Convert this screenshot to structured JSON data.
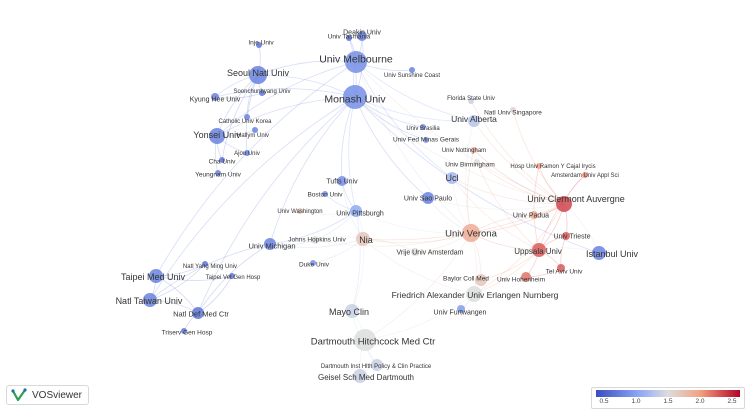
{
  "nodes": [
    {
      "label": "Univ Tasmania",
      "score": 0.7,
      "weight": 2
    },
    {
      "label": "Deakin Univ",
      "score": 0.8,
      "weight": 3
    },
    {
      "label": "Inje Univ",
      "score": 0.7,
      "weight": 1
    },
    {
      "label": "Univ Melbourne",
      "score": 0.9,
      "weight": 9
    },
    {
      "label": "Seoul Natl Univ",
      "score": 0.8,
      "weight": 6
    },
    {
      "label": "Univ Sunshine Coast",
      "score": 0.8,
      "weight": 1
    },
    {
      "label": "Soonchunhyang Univ",
      "score": 0.7,
      "weight": 1
    },
    {
      "label": "Kyung Hee Univ",
      "score": 0.8,
      "weight": 3
    },
    {
      "label": "Monash Univ",
      "score": 0.9,
      "weight": 10
    },
    {
      "label": "Florida State Univ",
      "score": 1.4,
      "weight": 1
    },
    {
      "label": "Natl Univ Singapore",
      "score": 1.6,
      "weight": 2
    },
    {
      "label": "Catholic Univ Korea",
      "score": 0.8,
      "weight": 1
    },
    {
      "label": "Hallym Univ",
      "score": 0.8,
      "weight": 1
    },
    {
      "label": "Univ Alberta",
      "score": 1.3,
      "weight": 4
    },
    {
      "label": "Yonsei Univ",
      "score": 0.8,
      "weight": 6
    },
    {
      "label": "Univ Brasilia",
      "score": 0.9,
      "weight": 1
    },
    {
      "label": "Univ Fed Minas Gerais",
      "score": 1.0,
      "weight": 1
    },
    {
      "label": "Ajou Univ",
      "score": 0.8,
      "weight": 1
    },
    {
      "label": "Univ Nottingham",
      "score": 1.9,
      "weight": 2
    },
    {
      "label": "Cha Univ",
      "score": 0.7,
      "weight": 2
    },
    {
      "label": "Hosp Univ Ramon Y Cajal Irycis",
      "score": 2.0,
      "weight": 2
    },
    {
      "label": "Univ Birmingham",
      "score": 1.5,
      "weight": 2
    },
    {
      "label": "Yeungnam Univ",
      "score": 0.8,
      "weight": 1
    },
    {
      "label": "Amsterdam Univ Appl Sci",
      "score": 2.1,
      "weight": 2
    },
    {
      "label": "Ucl",
      "score": 1.2,
      "weight": 4
    },
    {
      "label": "Tufts Univ",
      "score": 0.9,
      "weight": 2
    },
    {
      "label": "Univ Clermont Auvergne",
      "score": 2.4,
      "weight": 7
    },
    {
      "label": "Boston Univ",
      "score": 0.9,
      "weight": 1
    },
    {
      "label": "Univ Sao Paulo",
      "score": 0.8,
      "weight": 3
    },
    {
      "label": "Univ Pittsburgh",
      "score": 1.1,
      "weight": 3
    },
    {
      "label": "Univ Washington",
      "score": 1.7,
      "weight": 1
    },
    {
      "label": "Univ Padua",
      "score": 1.9,
      "weight": 2
    },
    {
      "label": "Univ Trieste",
      "score": 2.3,
      "weight": 3
    },
    {
      "label": "Univ Verona",
      "score": 1.9,
      "weight": 6
    },
    {
      "label": "Johns Hopkins Univ",
      "score": 1.5,
      "weight": 2
    },
    {
      "label": "Nia",
      "score": 1.7,
      "weight": 3
    },
    {
      "label": "Univ Michigan",
      "score": 0.8,
      "weight": 3
    },
    {
      "label": "Uppsala Univ",
      "score": 2.3,
      "weight": 3
    },
    {
      "label": "Vrije Univ Amsterdam",
      "score": 1.5,
      "weight": 1
    },
    {
      "label": "Istanbul Univ",
      "score": 0.8,
      "weight": 5
    },
    {
      "label": "Duke Univ",
      "score": 0.9,
      "weight": 1
    },
    {
      "label": "Natl Yang Ming Univ",
      "score": 0.7,
      "weight": 1
    },
    {
      "label": "Tel Aviv Univ",
      "score": 2.3,
      "weight": 2
    },
    {
      "label": "Taipei Med Univ",
      "score": 0.8,
      "weight": 3
    },
    {
      "label": "Taipei Vet Gen Hosp",
      "score": 0.7,
      "weight": 1
    },
    {
      "label": "Univ Hohenheim",
      "score": 2.2,
      "weight": 2
    },
    {
      "label": "Baylor Coll Med",
      "score": 1.7,
      "weight": 2
    },
    {
      "label": "Friedrich Alexander Univ Erlangen Nurnberg",
      "score": 1.5,
      "weight": 3
    },
    {
      "label": "Natl Taiwan Univ",
      "score": 0.8,
      "weight": 4
    },
    {
      "label": "Natl Def Med Ctr",
      "score": 0.7,
      "weight": 3
    },
    {
      "label": "Univ Furtwangen",
      "score": 1.0,
      "weight": 1
    },
    {
      "label": "Mayo Clin",
      "score": 1.4,
      "weight": 4
    },
    {
      "label": "Triserv Gen Hosp",
      "score": 0.7,
      "weight": 1
    },
    {
      "label": "Dartmouth Hitchcock Med Ctr",
      "score": 1.5,
      "weight": 7
    },
    {
      "label": "Dartmouth Inst Hlth Policy & Clin Practice",
      "score": 1.4,
      "weight": 3
    },
    {
      "label": "Geisel Sch Med Dartmouth",
      "score": 1.4,
      "weight": 4
    }
  ],
  "legend": {
    "ticks": [
      "0.5",
      "1.0",
      "1.5",
      "2.0",
      "2.5"
    ],
    "min": 0.4,
    "max": 2.7
  },
  "brand": {
    "name": "VOSviewer",
    "icon": "vosviewer-logo-icon"
  },
  "colors": {
    "low": "#3b4cc0",
    "mid": "#dcdddd",
    "high": "#b40426"
  }
}
